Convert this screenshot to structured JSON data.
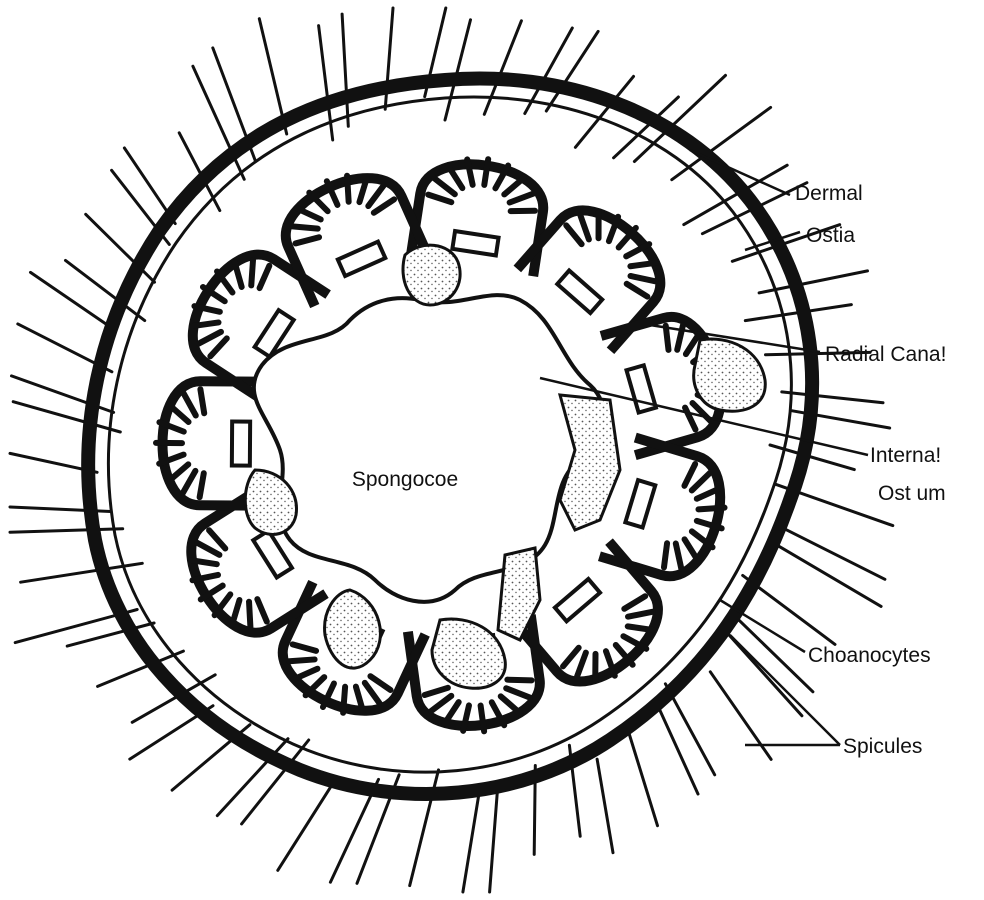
{
  "diagram": {
    "center_label": "Spongocoe",
    "labels": {
      "dermal": "Dermal",
      "ostia": "Ostia",
      "radial_canal": "Radial Cana!",
      "internal": "Interna!",
      "ostium": "Ost um",
      "choanocytes": "Choanocytes",
      "spicules": "Spicules"
    }
  },
  "colors": {
    "ink": "#111111",
    "paper": "#ffffff",
    "stipple": "#555555"
  }
}
